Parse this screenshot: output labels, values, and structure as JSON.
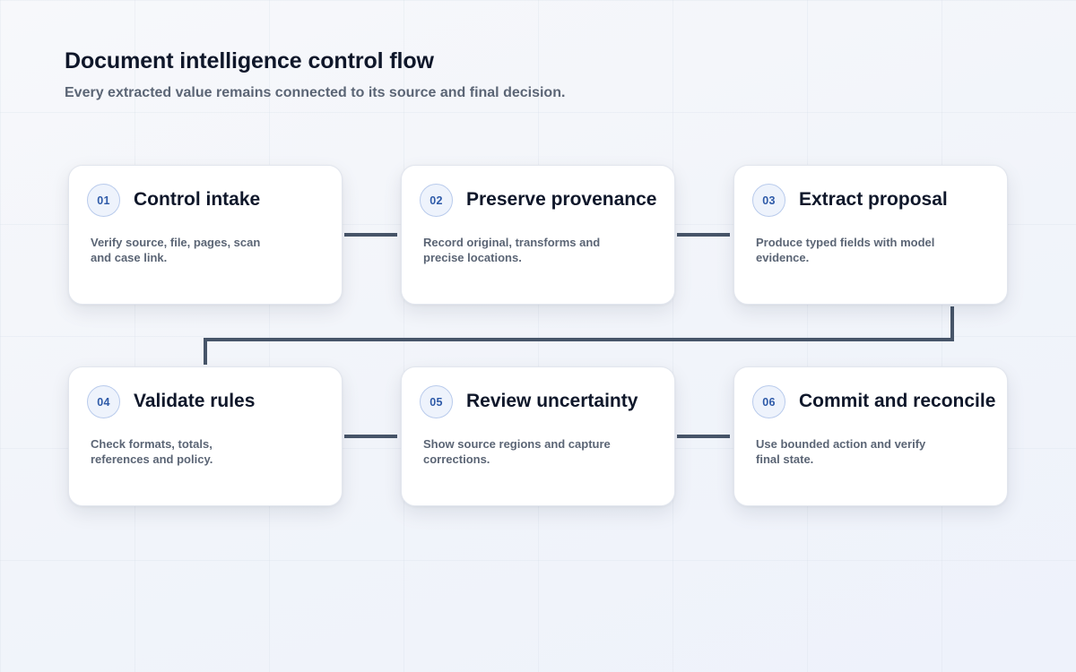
{
  "header": {
    "title": "Document intelligence control flow",
    "subtitle": "Every extracted value remains connected to its source and final decision."
  },
  "colors": {
    "connector": "#475569",
    "badge_text": "#2e5aa8",
    "badge_border": "#b9cbec"
  },
  "steps": [
    {
      "number": "01",
      "title": "Control intake",
      "description": "Verify source, file, pages, scan and case link."
    },
    {
      "number": "02",
      "title": "Preserve provenance",
      "description": "Record original, transforms and precise locations."
    },
    {
      "number": "03",
      "title": "Extract proposal",
      "description": "Produce typed fields with model evidence."
    },
    {
      "number": "04",
      "title": "Validate rules",
      "description": "Check formats, totals, references and policy."
    },
    {
      "number": "05",
      "title": "Review uncertainty",
      "description": "Show source regions and capture corrections."
    },
    {
      "number": "06",
      "title": "Commit and reconcile",
      "description": "Use bounded action and verify final state."
    }
  ]
}
